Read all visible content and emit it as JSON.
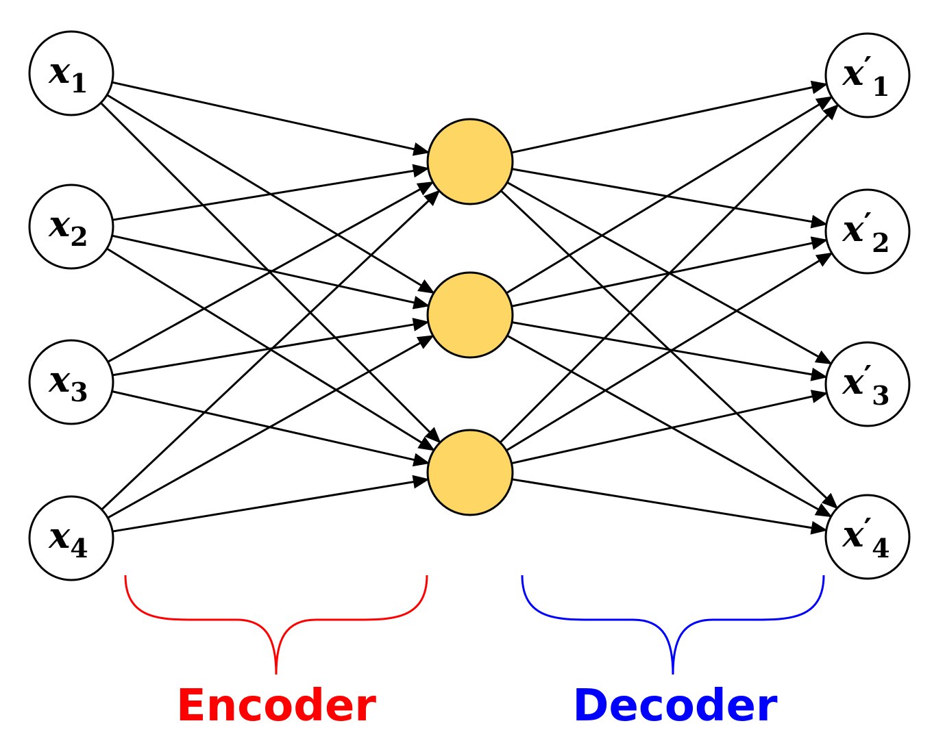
{
  "diagram": {
    "inputs": [
      {
        "symbol": "x",
        "prime": "",
        "index": "1"
      },
      {
        "symbol": "x",
        "prime": "",
        "index": "2"
      },
      {
        "symbol": "x",
        "prime": "",
        "index": "3"
      },
      {
        "symbol": "x",
        "prime": "",
        "index": "4"
      }
    ],
    "hidden_count": 3,
    "outputs": [
      {
        "symbol": "x",
        "prime": "′",
        "index": "1"
      },
      {
        "symbol": "x",
        "prime": "′",
        "index": "2"
      },
      {
        "symbol": "x",
        "prime": "′",
        "index": "3"
      },
      {
        "symbol": "x",
        "prime": "′",
        "index": "4"
      }
    ],
    "encoder_label": "Encoder",
    "decoder_label": "Decoder",
    "colors": {
      "hidden_fill": "#FDD663",
      "encoder": "#FF0000",
      "decoder": "#0000FF",
      "stroke": "#000000"
    }
  }
}
